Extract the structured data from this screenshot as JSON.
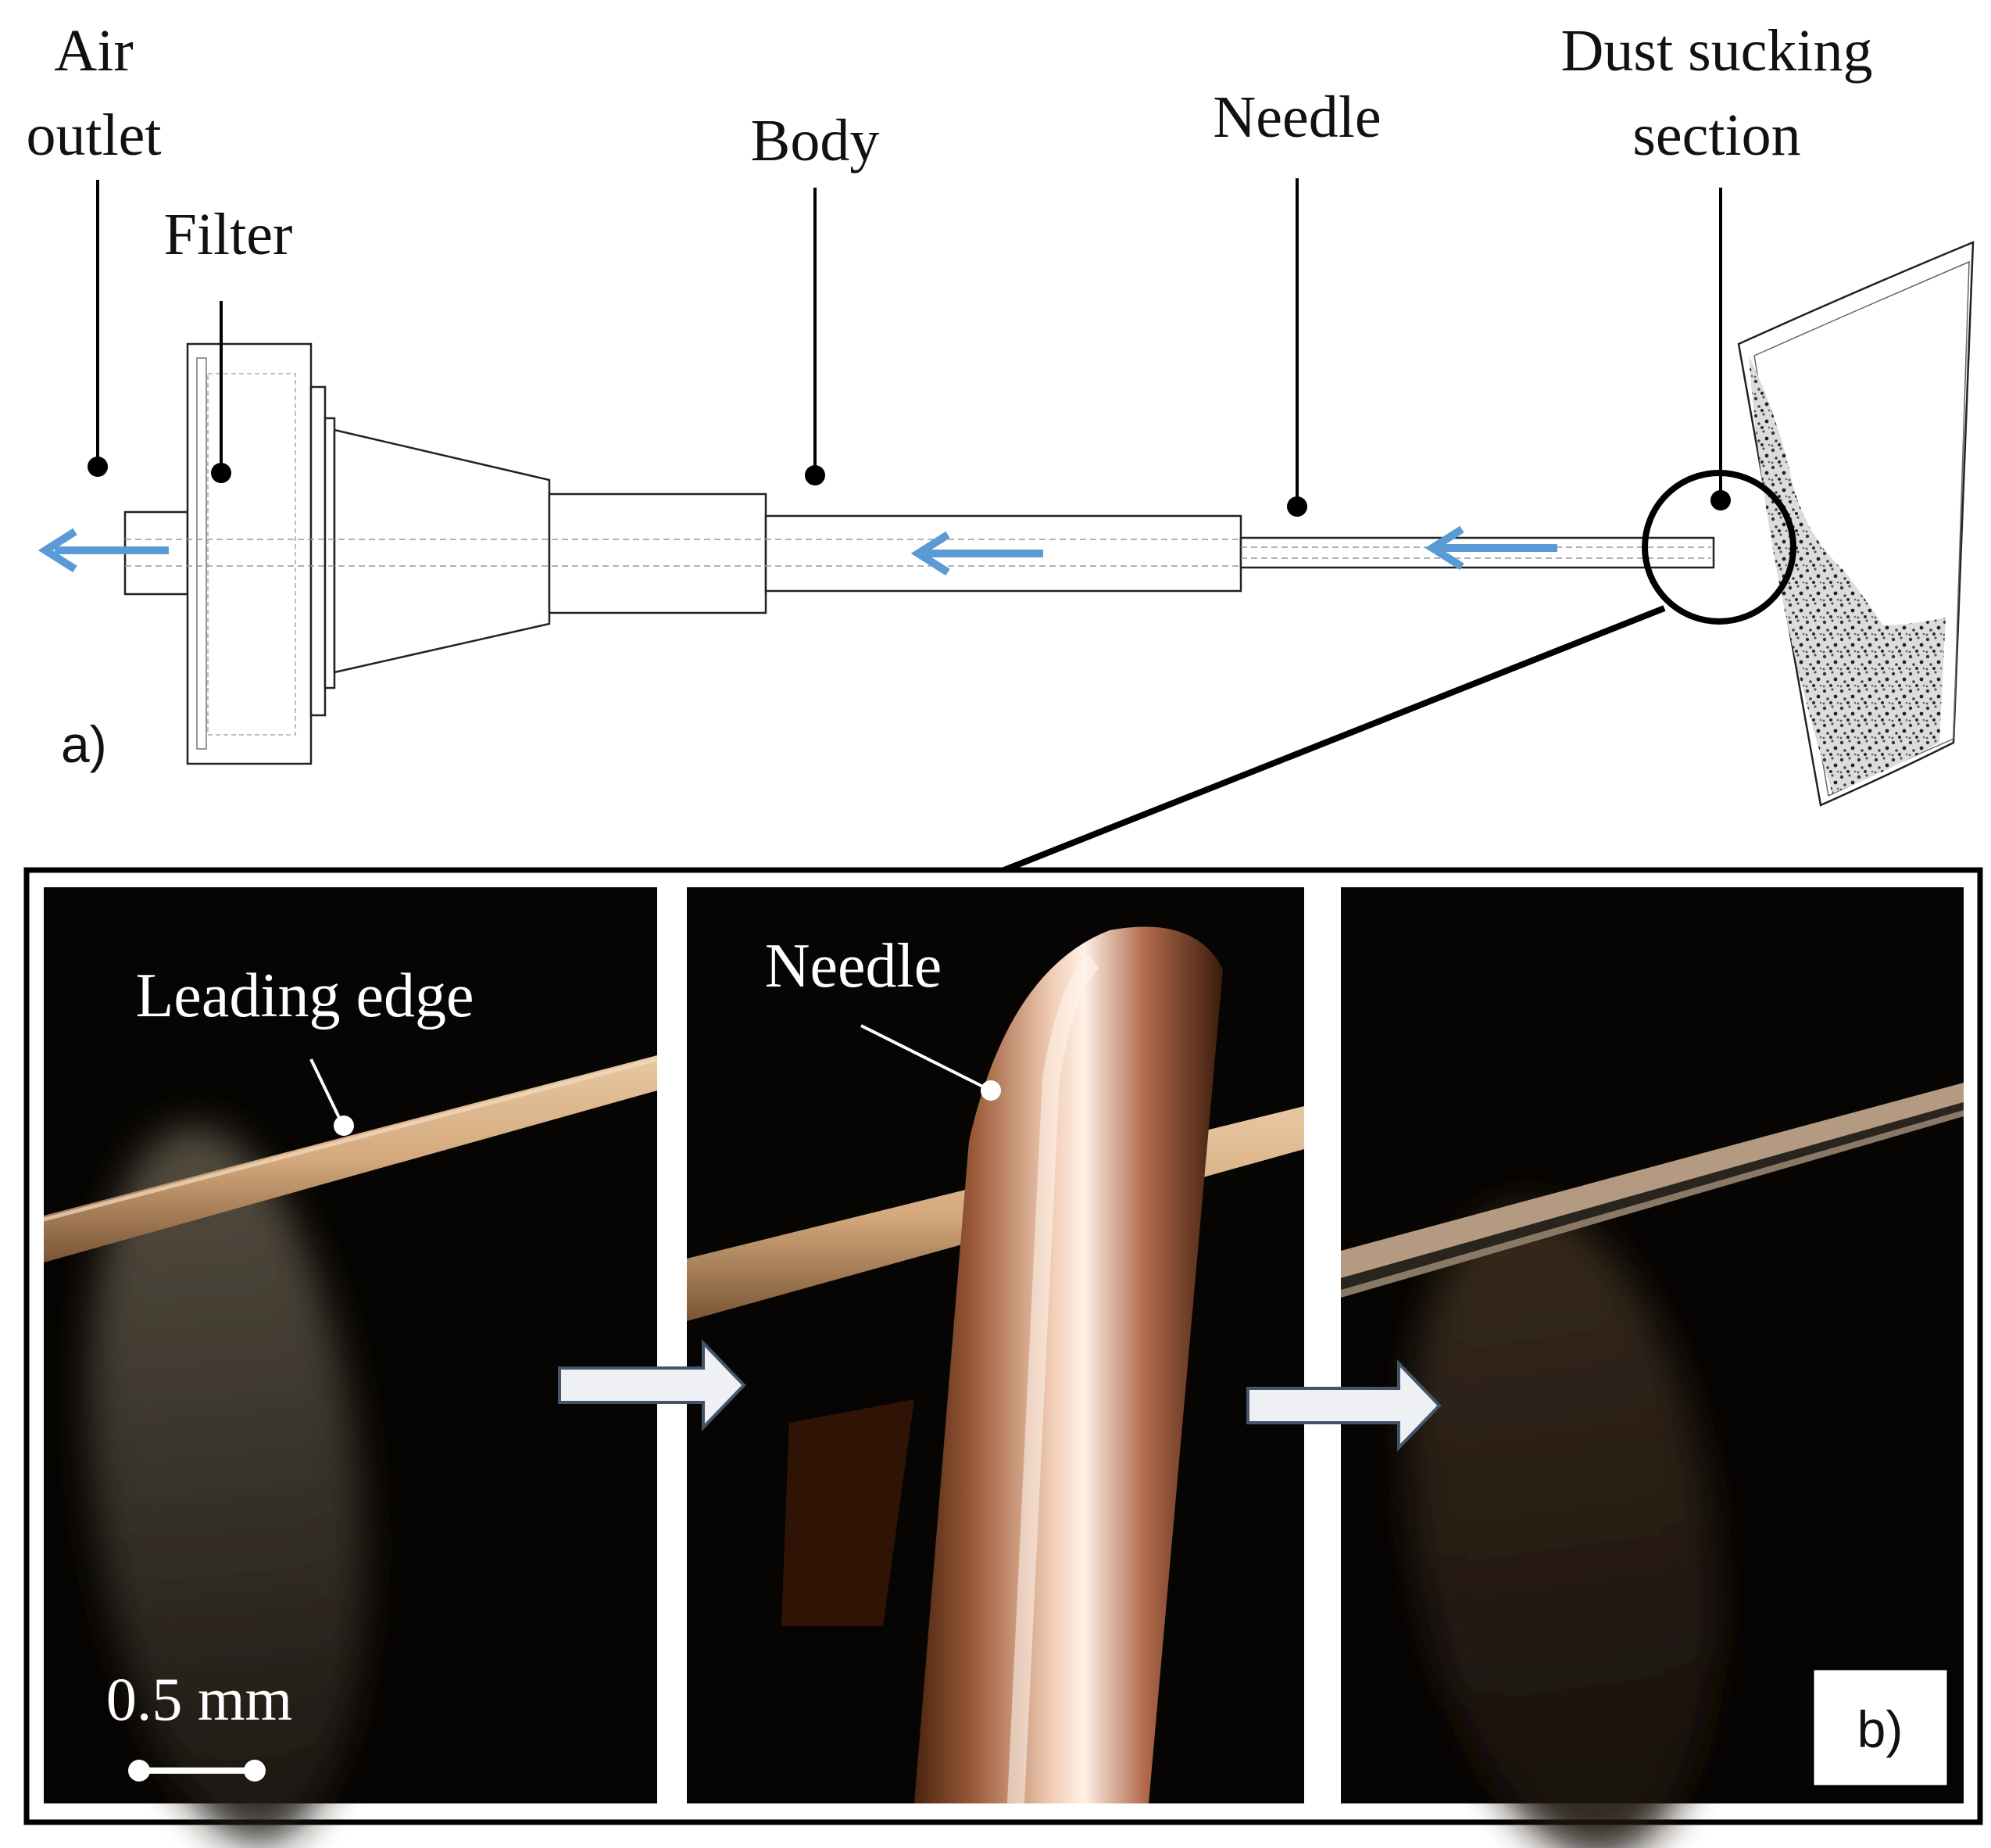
{
  "panel_a": {
    "tag": "a)",
    "labels": {
      "air_outlet_line1": "Air",
      "air_outlet_line2": "outlet",
      "filter": "Filter",
      "body": "Body",
      "needle": "Needle",
      "dust_line1": "Dust sucking",
      "dust_line2": "section"
    }
  },
  "panel_b": {
    "tag": "b)",
    "leading_edge": "Leading edge",
    "needle": "Needle",
    "scale_bar": "0.5 mm"
  },
  "colors": {
    "flow_arrow": "#5b9bd5",
    "step_arrow_fill": "#eef0f3",
    "step_arrow_stroke": "#44546a"
  },
  "icons": {
    "flow": "arrow-left",
    "step": "arrow-right"
  }
}
